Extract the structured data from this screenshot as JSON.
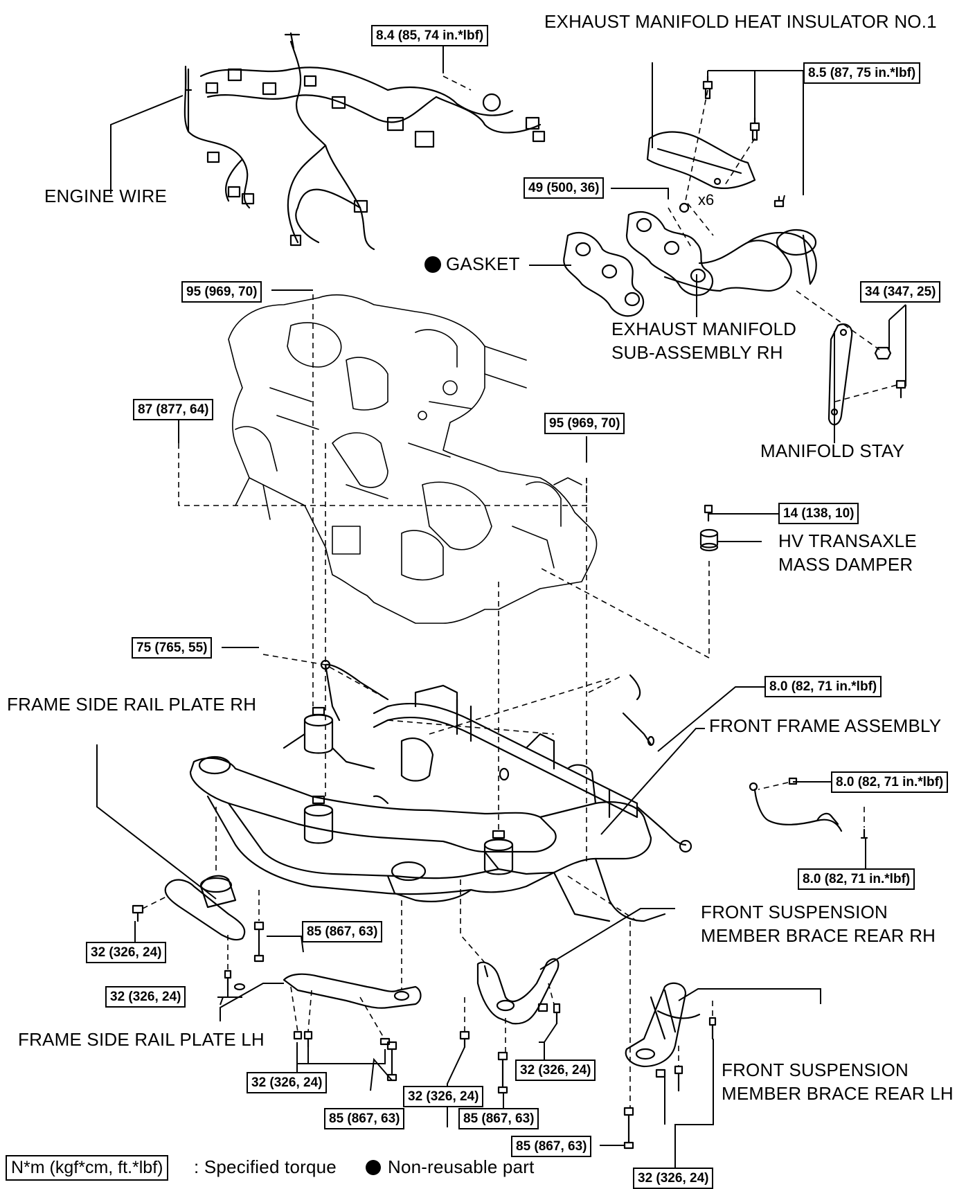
{
  "labels": {
    "exhaust_insulator": "EXHAUST MANIFOLD HEAT INSULATOR NO.1",
    "engine_wire": "ENGINE WIRE",
    "gasket": "GASKET",
    "exhaust_manifold_1": "EXHAUST MANIFOLD",
    "exhaust_manifold_2": "SUB-ASSEMBLY RH",
    "manifold_stay": "MANIFOLD STAY",
    "hv_damper_1": "HV TRANSAXLE",
    "hv_damper_2": "MASS DAMPER",
    "frame_rail_rh": "FRAME SIDE RAIL PLATE RH",
    "front_frame": "FRONT FRAME ASSEMBLY",
    "brace_rh_1": "FRONT SUSPENSION",
    "brace_rh_2": "MEMBER BRACE REAR RH",
    "frame_rail_lh": "FRAME SIDE RAIL PLATE LH",
    "brace_lh_1": "FRONT SUSPENSION",
    "brace_lh_2": "MEMBER BRACE REAR LH",
    "x6": "x6"
  },
  "torques": {
    "t_wire": "8.4 (85, 74 in.*lbf)",
    "t_insulator": "8.5 (87, 75 in.*lbf)",
    "t_manifold_nut": "49 (500, 36)",
    "t_engine_top": "95 (969, 70)",
    "t_stay": "34 (347, 25)",
    "t_left_mount": "87 (877, 64)",
    "t_right_mount": "95 (969, 70)",
    "t_damper": "14 (138, 10)",
    "t_tie": "75 (765, 55)",
    "t_frame_sensor": "8.0 (82, 71 in.*lbf)",
    "t_sensor_top": "8.0 (82, 71 in.*lbf)",
    "t_sensor_bottom": "8.0 (82, 71 in.*lbf)",
    "t_rh_plate_bolt": "32 (326, 24)",
    "t_rh_plate_long": "85 (867, 63)",
    "t_rh_plate_lower": "32 (326, 24)",
    "t_lh_plate": "32 (326, 24)",
    "t_lh_long": "85 (867, 63)",
    "t_brace_rh_bolt": "32 (326, 24)",
    "t_brace_rh_center": "32 (326, 24)",
    "t_brace_rh_long": "85 (867, 63)",
    "t_brace_lh_long": "85 (867, 63)",
    "t_brace_lh_bolt": "32 (326, 24)"
  },
  "legend": {
    "unit_box": "N*m (kgf*cm, ft.*lbf)",
    "unit_text": ": Specified torque",
    "nonreusable": "Non-reusable part"
  }
}
